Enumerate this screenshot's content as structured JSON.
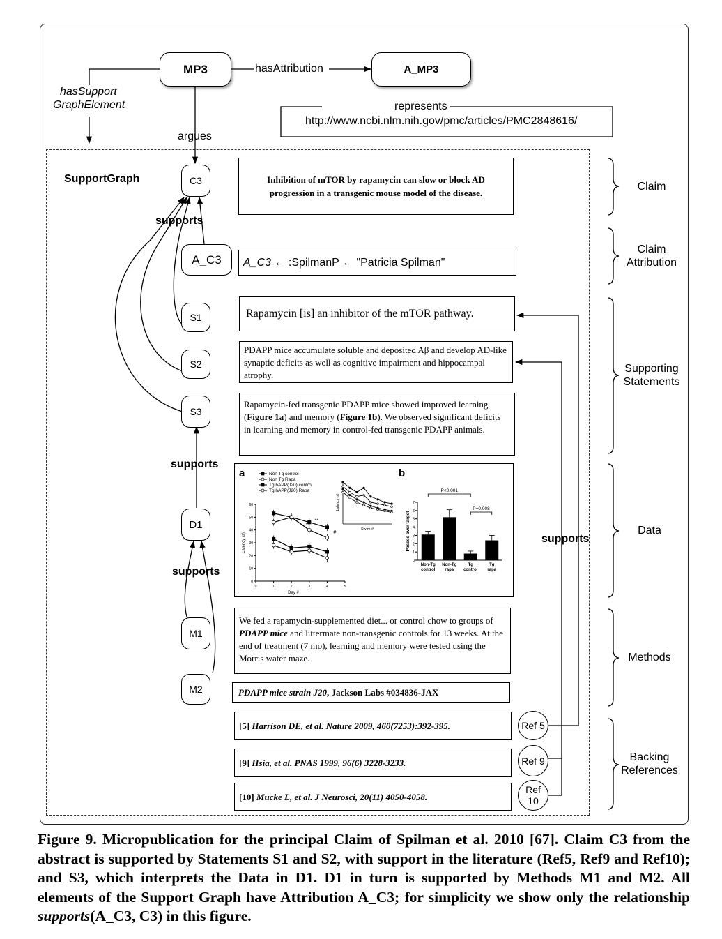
{
  "nodes": {
    "mp3": "MP3",
    "a_mp3": "A_MP3",
    "c3": "C3",
    "a_c3": "A_C3",
    "s1": "S1",
    "s2": "S2",
    "s3": "S3",
    "d1": "D1",
    "m1": "M1",
    "m2": "M2",
    "ref5": "Ref 5",
    "ref9": "Ref 9",
    "ref10": "Ref 10"
  },
  "edges": {
    "has_attribution": "hasAttribution",
    "has_support_line1": "hasSupport",
    "has_support_line2": "GraphElement",
    "argues": "argues",
    "represents": "represents",
    "represents_url": "http://www.ncbi.nlm.nih.gov/pmc/articles/PMC2848616/",
    "supports": "supports"
  },
  "support_graph_label": "SupportGraph",
  "boxes": {
    "claim": "Inhibition of mTOR by rapamycin can slow or block AD progression in a transgenic mouse model of the disease.",
    "attribution_prefix": "A_C3",
    "attribution_rest": " ← :SpilmanP ← \"Patricia Spilman\"",
    "s1": "Rapamycin [is] an inhibitor of the mTOR pathway.",
    "s2": "PDAPP mice accumulate soluble and deposited Aβ and develop AD-like synaptic deficits as well as cognitive impairment and hippocampal atrophy.",
    "s3_part1": "Rapamycin-fed transgenic PDAPP mice showed improved learning (",
    "s3_fig1a": "Figure 1a",
    "s3_part2": ") and memory (",
    "s3_fig1b": "Figure 1b",
    "s3_part3": "). We observed significant deficits in learning and memory in control-fed transgenic PDAPP animals.",
    "m1_part1": "We fed a rapamycin-supplemented diet... or control chow to groups of ",
    "m1_italic": "PDAPP mice",
    "m1_part2": " and littermate non-transgenic controls for 13 weeks. At the end of treatment (7 mo), learning and memory were tested using the Morris water maze.",
    "m2_italic": "PDAPP mice strain J20",
    "m2_rest": ",  Jackson Labs #034836-JAX",
    "ref5_num": "[5]",
    "ref5_text": "Harrison DE, et al. Nature 2009, 460(7253):392-395.",
    "ref9_num": "[9]",
    "ref9_text": "Hsia, et al. PNAS 1999, 96(6) 3228-3233.",
    "ref10_num": "[10]",
    "ref10_text": "Mucke L, et al. J Neurosci, 20(11) 4050-4058."
  },
  "right_labels": {
    "claim": "Claim",
    "claim_attr_1": "Claim",
    "claim_attr_2": "Attribution",
    "supporting_1": "Supporting",
    "supporting_2": "Statements",
    "data": "Data",
    "methods": "Methods",
    "backing_1": "Backing",
    "backing_2": "References"
  },
  "chart_data": [
    {
      "type": "line",
      "panel": "a",
      "x": [
        1,
        2,
        3,
        4
      ],
      "xlabel": "Day #",
      "ylabel": "Latency (s)",
      "xlim": [
        0,
        5
      ],
      "ylim": [
        0,
        60
      ],
      "xticks": [
        "0",
        "1",
        "2",
        "3",
        "4",
        "5"
      ],
      "yticks": [
        "0",
        "10",
        "20",
        "30",
        "40",
        "50",
        "60"
      ],
      "series": [
        {
          "name": "Non Tg control",
          "values": [
            33,
            26,
            27,
            23
          ]
        },
        {
          "name": "Non Tg Rapa",
          "values": [
            28,
            23,
            24,
            18
          ]
        },
        {
          "name": "Tg hAPP(J20) control",
          "values": [
            53,
            50,
            46,
            42
          ]
        },
        {
          "name": "Tg hAPP(J20) Rapa",
          "values": [
            46,
            50,
            40,
            34
          ]
        }
      ],
      "annotations": [
        "**",
        "**",
        "#"
      ]
    },
    {
      "type": "line",
      "panel": "a-inset",
      "x": [
        1,
        2,
        3,
        4,
        5,
        6,
        7,
        8
      ],
      "xlabel": "Swim #",
      "ylabel": "Latency (s)",
      "series": [
        {
          "values": [
            48,
            40,
            34,
            30,
            25,
            22,
            20,
            18
          ]
        },
        {
          "values": [
            44,
            36,
            30,
            26,
            22,
            20,
            18,
            16
          ]
        },
        {
          "values": [
            58,
            50,
            44,
            50,
            38,
            34,
            30,
            28
          ]
        },
        {
          "values": [
            52,
            44,
            38,
            40,
            30,
            28,
            26,
            24
          ]
        }
      ]
    },
    {
      "type": "bar",
      "panel": "b",
      "categories": [
        "Non-Tg control",
        "Non-Tg rapa",
        "Tg control",
        "Tg rapa"
      ],
      "values": [
        3.1,
        5.2,
        0.8,
        2.4
      ],
      "errors": [
        0.4,
        0.9,
        0.3,
        0.6
      ],
      "ylabel": "Passes over target",
      "ylim": [
        0,
        7
      ],
      "yticks": [
        "0",
        "1",
        "2",
        "3",
        "4",
        "5",
        "6",
        "7"
      ],
      "annotations": [
        "P<0.001",
        "P=0.008"
      ]
    }
  ]
}
